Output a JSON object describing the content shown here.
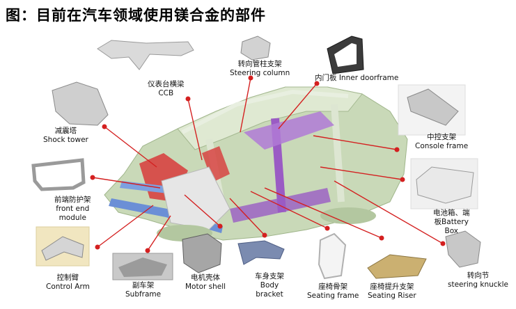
{
  "title": "图：目前在汽车领域使用镁合金的部件",
  "labels": {
    "steering_column": [
      "转向管柱支架",
      "Steering column"
    ],
    "inner_doorframe": [
      "内门板 Inner doorframe"
    ],
    "ccb": [
      "仪表台横梁",
      "CCB"
    ],
    "shock_tower": [
      "减震塔",
      "Shock tower"
    ],
    "console_frame": [
      "中控支架",
      "Console frame"
    ],
    "front_end_module": [
      "前端防护架",
      "front end",
      "module"
    ],
    "battery_box": [
      "电池箱、端",
      "板Battery",
      "Box"
    ],
    "control_arm": [
      "控制臂",
      "Control Arm"
    ],
    "subframe": [
      "副车架",
      "Subframe"
    ],
    "motor_shell": [
      "电机壳体",
      "Motor shell"
    ],
    "body_bracket": [
      "车身支架",
      "Body",
      "bracket"
    ],
    "seating_frame": [
      "座椅骨架",
      "Seating frame"
    ],
    "seating_riser": [
      "座椅提升支架",
      "Seating Riser"
    ],
    "steering_knuckle": [
      "转向节",
      "steering knuckle"
    ]
  },
  "colors": {
    "leader": "#d42020",
    "body": "#c9d9b8",
    "purple": "#9a5bc4",
    "blue": "#6b8fd6",
    "red": "#d83a3a"
  }
}
